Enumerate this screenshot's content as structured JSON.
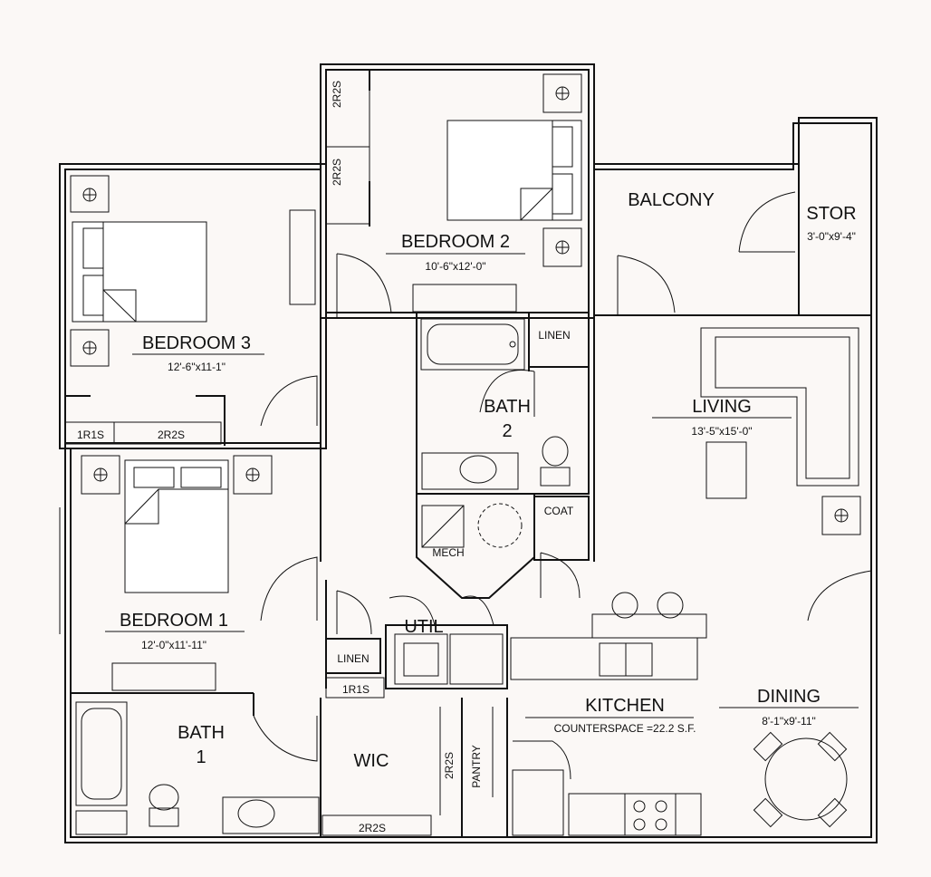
{
  "rooms": {
    "bedroom1": {
      "name": "BEDROOM 1",
      "dim": "12'-0\"x11'-11\""
    },
    "bedroom2": {
      "name": "BEDROOM 2",
      "dim": "10'-6\"x12'-0\""
    },
    "bedroom3": {
      "name": "BEDROOM 3",
      "dim": "12'-6\"x11-1\""
    },
    "bath1": {
      "name": "BATH",
      "num": "1"
    },
    "bath2": {
      "name": "BATH",
      "num": "2"
    },
    "balcony": {
      "name": "BALCONY"
    },
    "stor": {
      "name": "STOR",
      "dim": "3'-0\"x9'-4\""
    },
    "living": {
      "name": "LIVING",
      "dim": "13'-5\"x15'-0\""
    },
    "kitchen": {
      "name": "KITCHEN",
      "dim": "COUNTERSPACE =22.2 S.F."
    },
    "dining": {
      "name": "DINING",
      "dim": "8'-1\"x9'-11\""
    },
    "util": {
      "name": "UTIL"
    },
    "wic": {
      "name": "WIC"
    }
  },
  "closets": {
    "linen_upper": "LINEN",
    "linen_lower": "LINEN",
    "coat": "COAT",
    "mech": "MECH",
    "pantry": "PANTRY",
    "b2_2r2s_top": "2R2S",
    "b2_2r2s_bottom": "2R2S",
    "b3_1r1s": "1R1S",
    "b3_2r2s": "2R2S",
    "hall_1r1s": "1R1S",
    "wic_2r2s_v": "2R2S",
    "wic_2r2s_h": "2R2S"
  },
  "icons": [
    "bed-icon",
    "nightstand-icon",
    "bathtub-icon",
    "toilet-icon",
    "sink-icon",
    "range-icon",
    "dining-table-icon",
    "sofa-icon",
    "stool-icon"
  ],
  "colors": {
    "line": "#111111",
    "background": "#fbf8f6"
  }
}
